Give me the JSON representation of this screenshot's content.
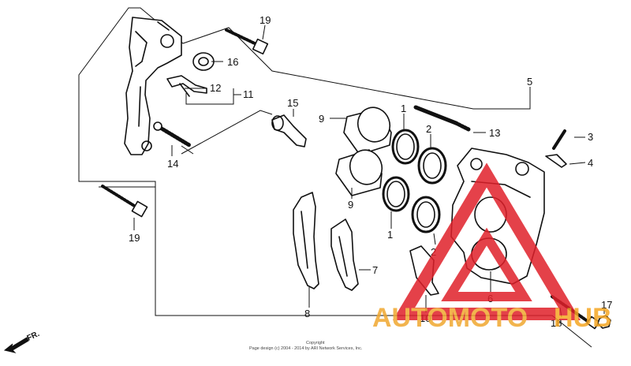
{
  "diagram": {
    "callouts": {
      "c1_upper": "1",
      "c1_lower": "1",
      "c2_upper": "2",
      "c2_lower": "2",
      "c3": "3",
      "c4": "4",
      "c5": "5",
      "c6": "6",
      "c7": "7",
      "c8": "8",
      "c9_upper": "9",
      "c9_lower": "9",
      "c10": "10",
      "c11": "11",
      "c12": "12",
      "c13": "13",
      "c14": "14",
      "c15": "15",
      "c16": "16",
      "c17": "17",
      "c18": "18",
      "c19_upper": "19",
      "c19_lower": "19"
    },
    "direction_label": "FR.",
    "copyright_line1": "Copyright",
    "copyright_line2": "Page design (c) 2004 - 2014 by ARI Network Services, Inc."
  },
  "watermark": {
    "text_part1": "AUTOMOTO",
    "text_part2": "HUB",
    "color_part1": "#f0a830",
    "color_part2": "#f5a623",
    "triangle_color": "#e0202a"
  }
}
